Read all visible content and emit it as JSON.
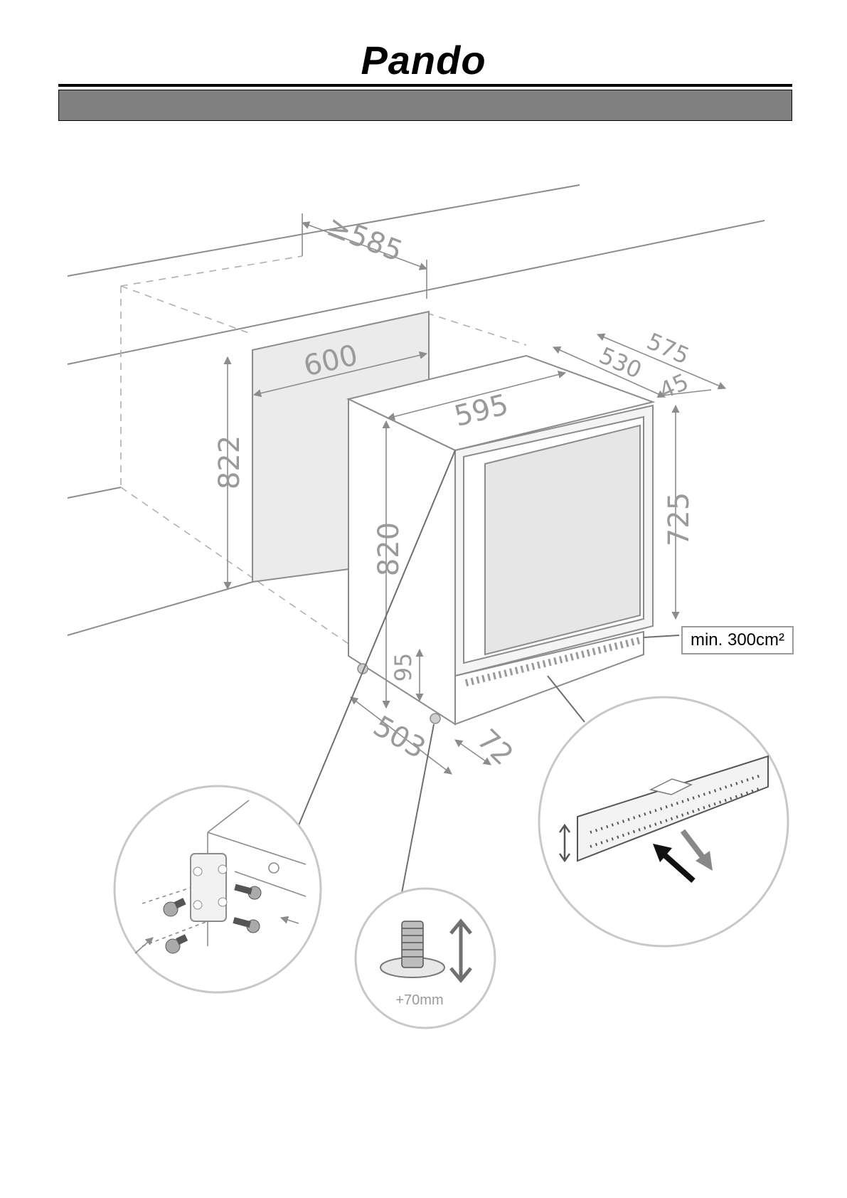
{
  "header": {
    "brand": "Pando",
    "section_title": ""
  },
  "dimensions": {
    "niche_depth": "≥585",
    "niche_width": "600",
    "niche_height": "822",
    "appliance_width": "595",
    "appliance_height": "820",
    "total_depth": "575",
    "body_depth": "530",
    "door_depth": "45",
    "door_height": "725",
    "plinth_height": "95",
    "feet_depth": "503",
    "feet_setback": "72"
  },
  "ventilation_label": "min. 300cm²",
  "details": {
    "foot_adjust": "+70mm"
  },
  "colors": {
    "line": "#8c8c8c",
    "dim_text": "#9a9a9a",
    "panel_fill": "#ebebeb",
    "bar": "#808080"
  }
}
